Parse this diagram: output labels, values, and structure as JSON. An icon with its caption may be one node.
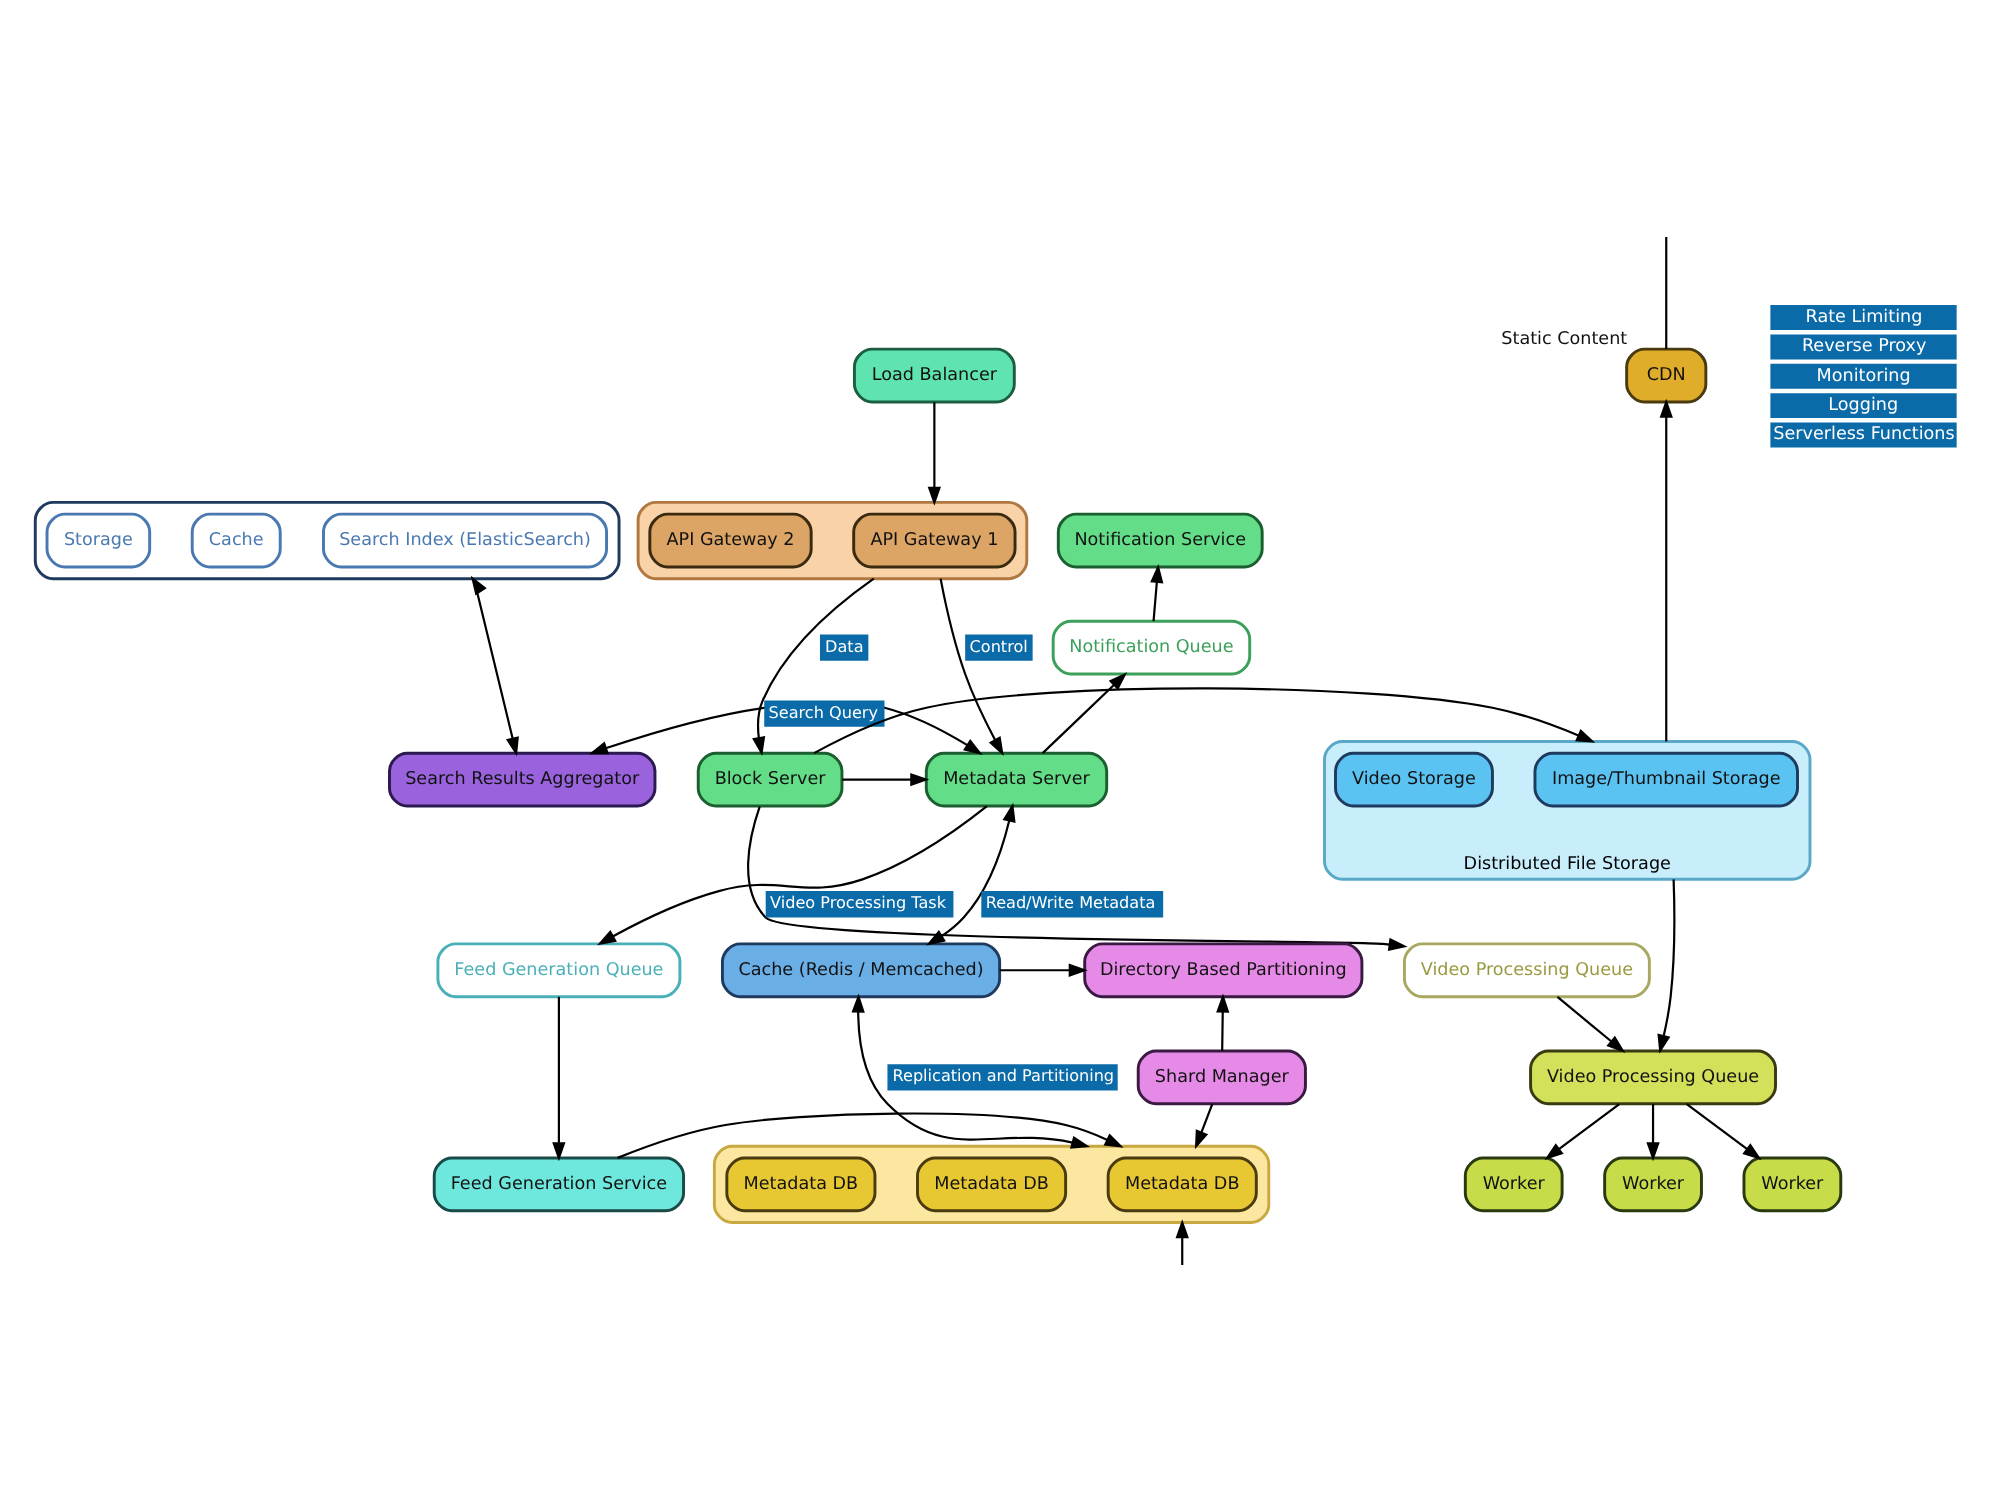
{
  "diagram": {
    "nodes": [
      {
        "text": [],
        "shape": "box"
      },
      {
        "text": [
          "Search Index (ElasticSearch)"
        ],
        "in": 0
      },
      {
        "text": [
          "Cache"
        ],
        "in": 0
      },
      {
        "text": [
          "Storage"
        ],
        "in": 0
      },
      {
        "text": [
          "Notification Service"
        ]
      },
      {
        "text": [
          "Load Balancer"
        ]
      },
      {
        "text": [],
        "shape": "box"
      },
      {
        "text": [
          "API Gateway 1"
        ],
        "in": 6
      },
      {
        "text": [
          "API Gateway 2"
        ],
        "in": 6
      },
      {
        "text": [
          "CDN"
        ],
        "beside": [
          "Static Content"
        ]
      },
      {
        "text": [
          "Notification Queue"
        ]
      },
      {
        "text": [
          "Search Results Aggregator"
        ]
      },
      {
        "text": [
          "Metadata Server"
        ]
      },
      {
        "text": [
          "Block Server"
        ]
      },
      {
        "text": [
          "Distributed File Storage"
        ]
      },
      {
        "text": [
          "Image/Thumbnail Storage"
        ],
        "in": 14
      },
      {
        "text": [
          "Video Storage"
        ],
        "in": 14
      },
      {
        "text": [
          "Feed Generation Queue"
        ]
      },
      {
        "text": [
          "Directory Based Partitioning"
        ]
      },
      {
        "text": [
          "Cache (Redis / Memcached)"
        ]
      },
      {
        "text": [
          "Video Processing Queue"
        ]
      },
      {
        "text": [
          "Video Processing Queue"
        ]
      },
      {
        "text": [
          "Shard Manager"
        ]
      },
      {
        "text": [
          "Feed Generation Service"
        ]
      },
      {
        "text": [],
        "shape": "box"
      },
      {
        "text": [
          "Metadata DB"
        ],
        "in": 24
      },
      {
        "text": [
          "Metadata DB"
        ],
        "in": 24
      },
      {
        "text": [
          "Metadata DB"
        ],
        "in": 24
      },
      {
        "text": [
          "Worker"
        ]
      },
      {
        "text": [
          "Worker"
        ]
      },
      {
        "text": [
          "Worker"
        ]
      }
    ],
    "edges": [
      {
        "from": 9,
        "to": null,
        "arrow": "none"
      },
      {
        "from": 5,
        "to": 6,
        "arrow": "to"
      },
      {
        "from": 0,
        "to": 11,
        "arrow": "both"
      },
      {
        "from": 10,
        "to": 4,
        "arrow": "to"
      },
      {
        "from": 6,
        "to": 12,
        "arrow": "to",
        "label": "Control"
      },
      {
        "from": 6,
        "to": 13,
        "arrow": "to",
        "label": "Data"
      },
      {
        "from": 12,
        "to": 10,
        "arrow": "to"
      },
      {
        "from": 11,
        "to": 12,
        "arrow": "both",
        "label": "Search Query"
      },
      {
        "from": 13,
        "to": 12,
        "arrow": "to"
      },
      {
        "from": 13,
        "to": 14,
        "arrow": "to"
      },
      {
        "from": 14,
        "to": 9,
        "arrow": "to"
      },
      {
        "from": 12,
        "to": 17,
        "arrow": "to"
      },
      {
        "from": 12,
        "to": 19,
        "arrow": "both",
        "label": "Read/Write Metadata"
      },
      {
        "from": 13,
        "to": 20,
        "arrow": "to",
        "label": "Video Processing Task"
      },
      {
        "from": 19,
        "to": 18,
        "arrow": "to"
      },
      {
        "from": 14,
        "to": 21,
        "arrow": "to"
      },
      {
        "from": 20,
        "to": 21,
        "arrow": "to"
      },
      {
        "from": 22,
        "to": 18,
        "arrow": "to"
      },
      {
        "from": 19,
        "to": 24,
        "arrow": "both",
        "label": "Replication and Partitioning"
      },
      {
        "from": 17,
        "to": 23,
        "arrow": "to"
      },
      {
        "from": 22,
        "to": 24,
        "arrow": "to"
      },
      {
        "from": 23,
        "to": 24,
        "arrow": "to"
      },
      {
        "from": 21,
        "to": 28,
        "arrow": "to"
      },
      {
        "from": 21,
        "to": 29,
        "arrow": "to"
      },
      {
        "from": 21,
        "to": 30,
        "arrow": "to"
      },
      {
        "from": null,
        "to": 24,
        "arrow": "to"
      }
    ],
    "labels": [
      "Rate Limiting",
      "Reverse Proxy",
      "Monitoring",
      "Logging",
      "Serverless Functions"
    ]
  }
}
